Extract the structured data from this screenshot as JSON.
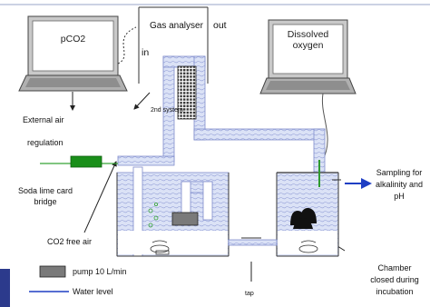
{
  "devices": {
    "pco2": {
      "label": "pCO2"
    },
    "oxygen": {
      "label_lines": [
        "Dissolved",
        "oxygen"
      ]
    }
  },
  "labels": {
    "gas_analyser": "Gas analyser",
    "out": "out",
    "in": "in",
    "second_system": "2nd system",
    "external_air": "External air",
    "regulation": "regulation",
    "soda_lime": [
      "Soda lime card",
      "bridge"
    ],
    "co2_free_air": "CO2 free air",
    "sampling": [
      "Sampling for",
      "alkalinity and",
      "pH"
    ],
    "chamber": [
      "Chamber",
      "closed during",
      "incubation"
    ],
    "tap": "tap"
  },
  "legend": {
    "pump": "pump 10 L/min",
    "water_level": "Water level"
  },
  "colors": {
    "water": "#dbe2f6",
    "water_stroke": "#7f8ccc",
    "soda_lime": "#1a8f1a",
    "air_line": "#36a336",
    "arrow": "#1f3fc4",
    "pump": "#7a7a7a",
    "accent_bar": "#2c3a8c"
  }
}
